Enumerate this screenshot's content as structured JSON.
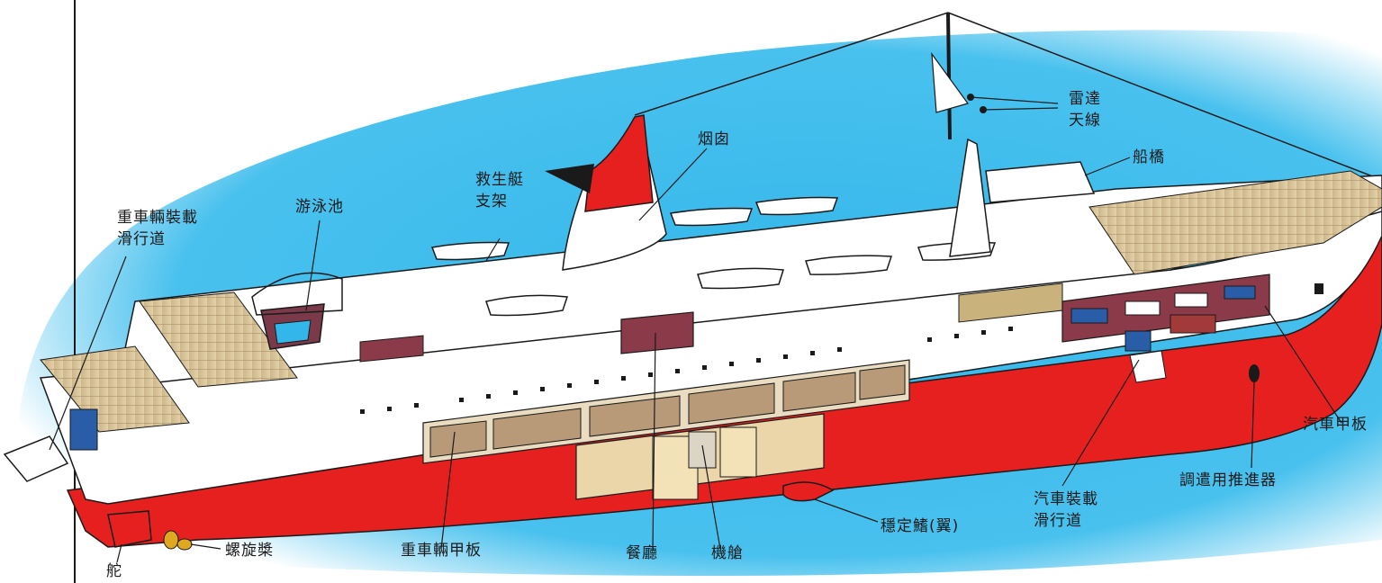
{
  "diagram": {
    "labels": {
      "heavy_vehicle_loading_ramp": [
        "重車輛裝載",
        "滑行道"
      ],
      "swimming_pool": "游泳池",
      "lifeboat_davit": [
        "救生艇",
        "支架"
      ],
      "funnel": "烟囱",
      "radar_antenna": [
        "雷達",
        "天線"
      ],
      "bridge": "船橋",
      "car_deck": "汽車甲板",
      "bow_thruster": "調遣用推進器",
      "car_loading_ramp": [
        "汽車裝載",
        "滑行道"
      ],
      "stabilizer_fin": "穩定鰭(翼)",
      "engine_room": "機艙",
      "restaurant": "餐廳",
      "heavy_vehicle_deck": "重車輛甲板",
      "propeller": "螺旋槳",
      "rudder": "舵"
    }
  },
  "colors": {
    "sea": "#33b7ea",
    "hull_red": "#e5201f",
    "superstructure": "#ffffff",
    "deck_wood": "#d8c49a",
    "interior": "#8b3a4a",
    "outline": "#1a1a1a"
  }
}
